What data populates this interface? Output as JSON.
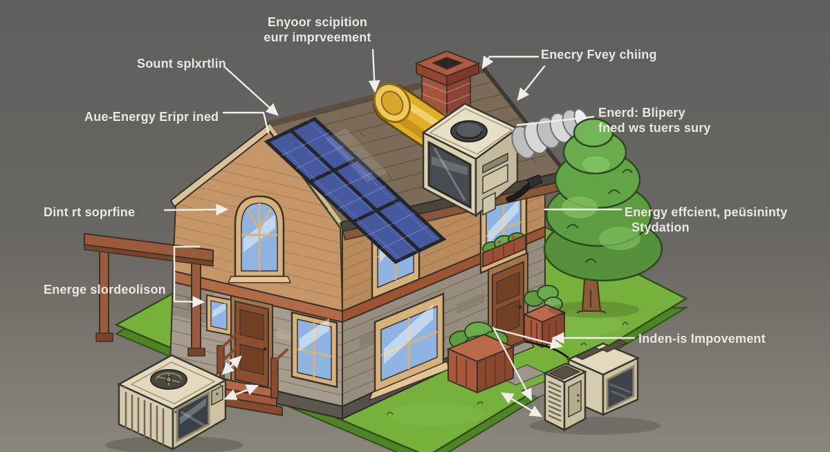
{
  "diagram": {
    "type": "isometric-house-energy-retrofit-illustration",
    "labels": [
      {
        "id": "roof-duct-callout",
        "lines": [
          "Enyoor scipition",
          "eurr imprveement"
        ]
      },
      {
        "id": "solar-ridge-callout",
        "lines": [
          "Sount splxrtlin"
        ]
      },
      {
        "id": "roof-edge-callout",
        "lines": [
          "Aue-Energy Eripr ined"
        ]
      },
      {
        "id": "ridge-right-callout",
        "lines": [
          "Enecry Fvey chiing"
        ]
      },
      {
        "id": "flex-duct-callout",
        "lines": [
          "Enerd: Blipery",
          "fned ws tuers sury"
        ]
      },
      {
        "id": "brick-wall-callout",
        "lines": [
          "Dint rt soprfine"
        ]
      },
      {
        "id": "small-window-callout",
        "lines": [
          "Energe slordeolison"
        ]
      },
      {
        "id": "insulation-callout",
        "lines": [
          "Energy effcient, peüsininty",
          "Stydation"
        ]
      },
      {
        "id": "outdoor-units-callout",
        "lines": [
          "Inden-is Impovement"
        ]
      }
    ],
    "colors": {
      "background_top": "#5e5e5e",
      "background_bottom": "#8b867c",
      "lawn": "#76b13c",
      "roof_shingle": "#7b6b58",
      "brick_wall": "#c49668",
      "stone_wall": "#a0988a",
      "trim_band": "#a85f40",
      "solar_panel": "#46599f",
      "chimney_brick": "#a3543c",
      "yellow_duct": "#e2ae27",
      "hvac_cream": "#d9d0b4",
      "flex_duct_silver": "#d2d2d2",
      "tree_green": "#5d9c41",
      "callout_line": "#efeee9",
      "label_text": "#e9e7e2"
    },
    "elements": [
      "solar-panel-array",
      "chimney",
      "rooftop-hvac-unit",
      "yellow-duct",
      "flexible-metal-duct",
      "tree",
      "arched-window",
      "front-door",
      "side-door",
      "planter-boxes",
      "flower-box",
      "outdoor-ac-unit-left",
      "outdoor-units-right",
      "lawn",
      "porch",
      "steps"
    ]
  }
}
